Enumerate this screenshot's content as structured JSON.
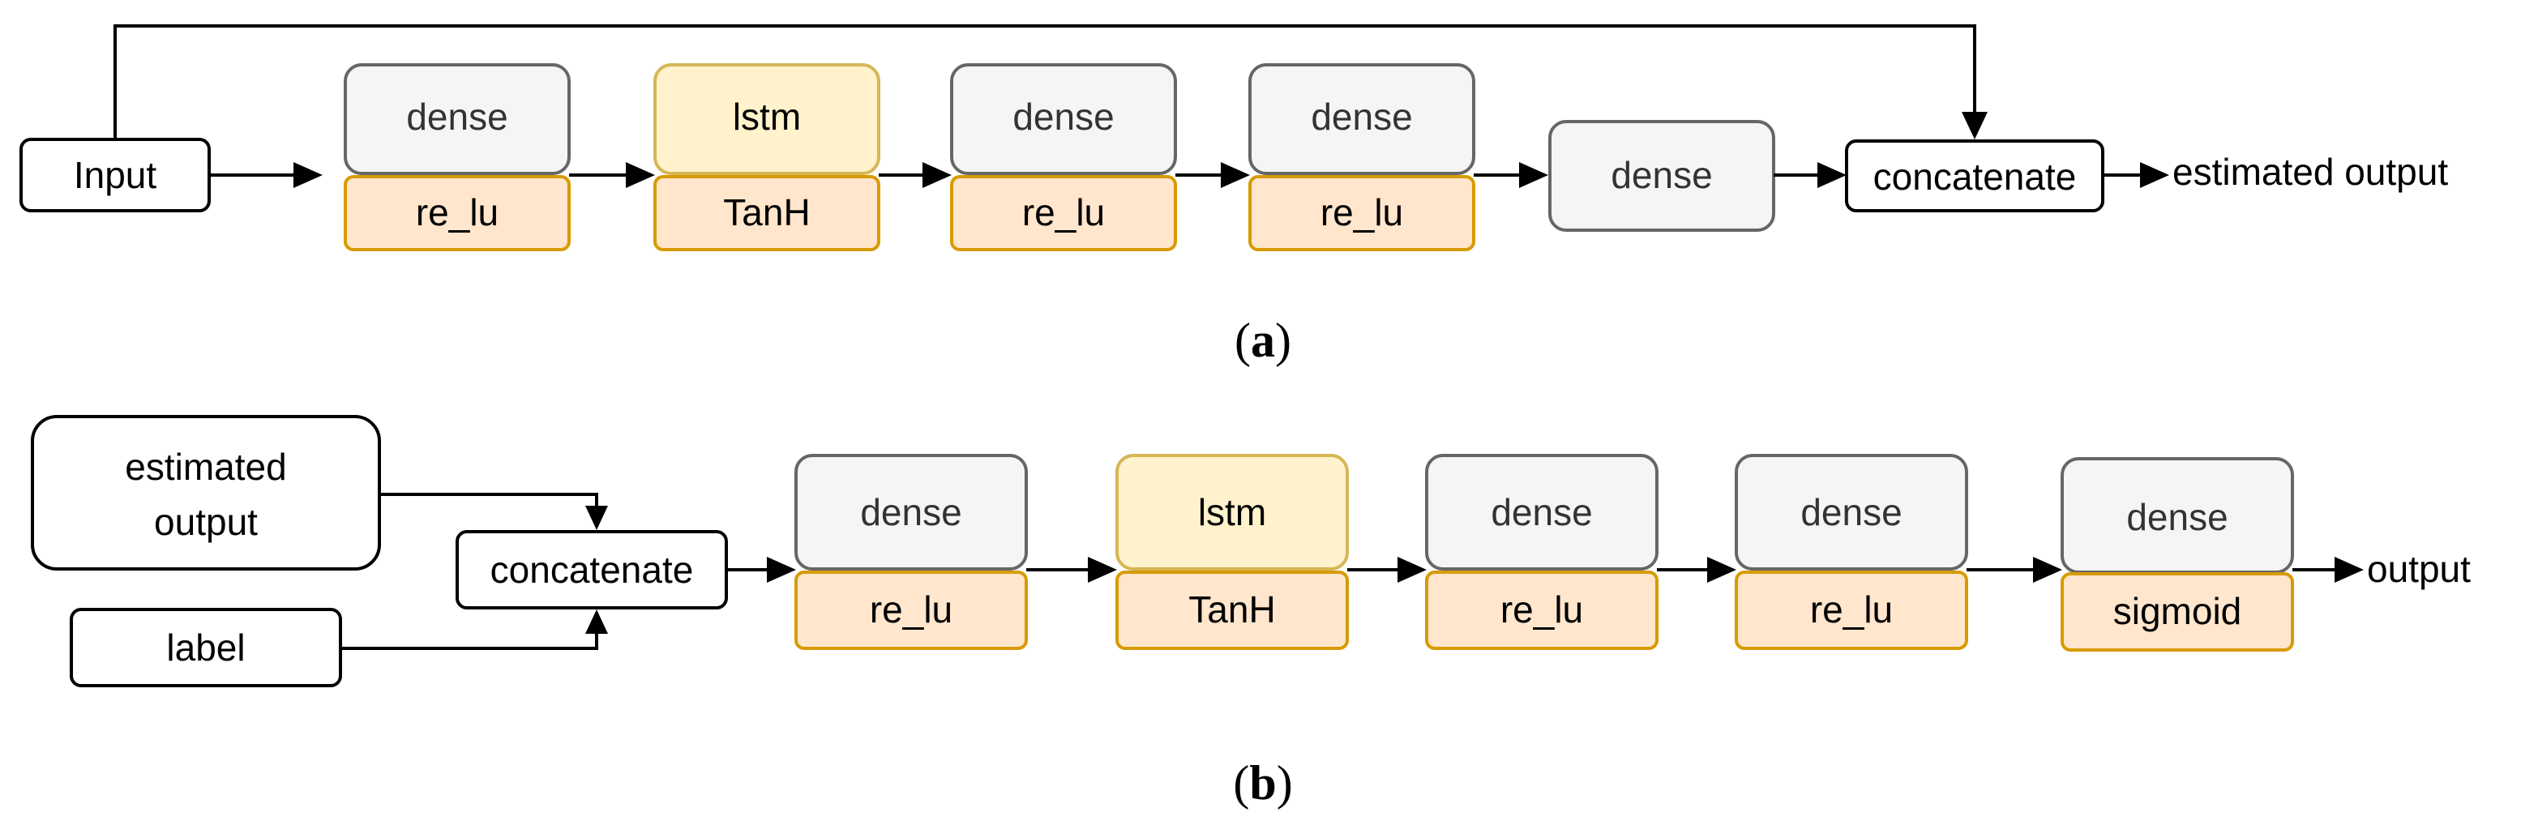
{
  "diagram_a": {
    "input_label": "Input",
    "layers": [
      {
        "top": "dense",
        "bottom": "re_lu",
        "kind": "dense"
      },
      {
        "top": "lstm",
        "bottom": "TanH",
        "kind": "lstm"
      },
      {
        "top": "dense",
        "bottom": "re_lu",
        "kind": "dense"
      },
      {
        "top": "dense",
        "bottom": "re_lu",
        "kind": "dense"
      }
    ],
    "final_dense": "dense",
    "concatenate_label": "concatenate",
    "output_label": "estimated output",
    "caption_letter": "a"
  },
  "diagram_b": {
    "estimated_output_line1": "estimated",
    "estimated_output_line2": "output",
    "label_label": "label",
    "concatenate_label": "concatenate",
    "layers": [
      {
        "top": "dense",
        "bottom": "re_lu",
        "kind": "dense"
      },
      {
        "top": "lstm",
        "bottom": "TanH",
        "kind": "lstm"
      },
      {
        "top": "dense",
        "bottom": "re_lu",
        "kind": "dense"
      },
      {
        "top": "dense",
        "bottom": "re_lu",
        "kind": "dense"
      },
      {
        "top": "dense",
        "bottom": "sigmoid",
        "kind": "dense"
      }
    ],
    "output_label": "output",
    "caption_letter": "b"
  },
  "colors": {
    "dense_fill": "#f5f5f5",
    "dense_stroke": "#666666",
    "lstm_fill": "#fff2cc",
    "lstm_stroke": "#d6b656",
    "activation_fill": "#ffe6cc",
    "activation_stroke": "#d79b00"
  }
}
